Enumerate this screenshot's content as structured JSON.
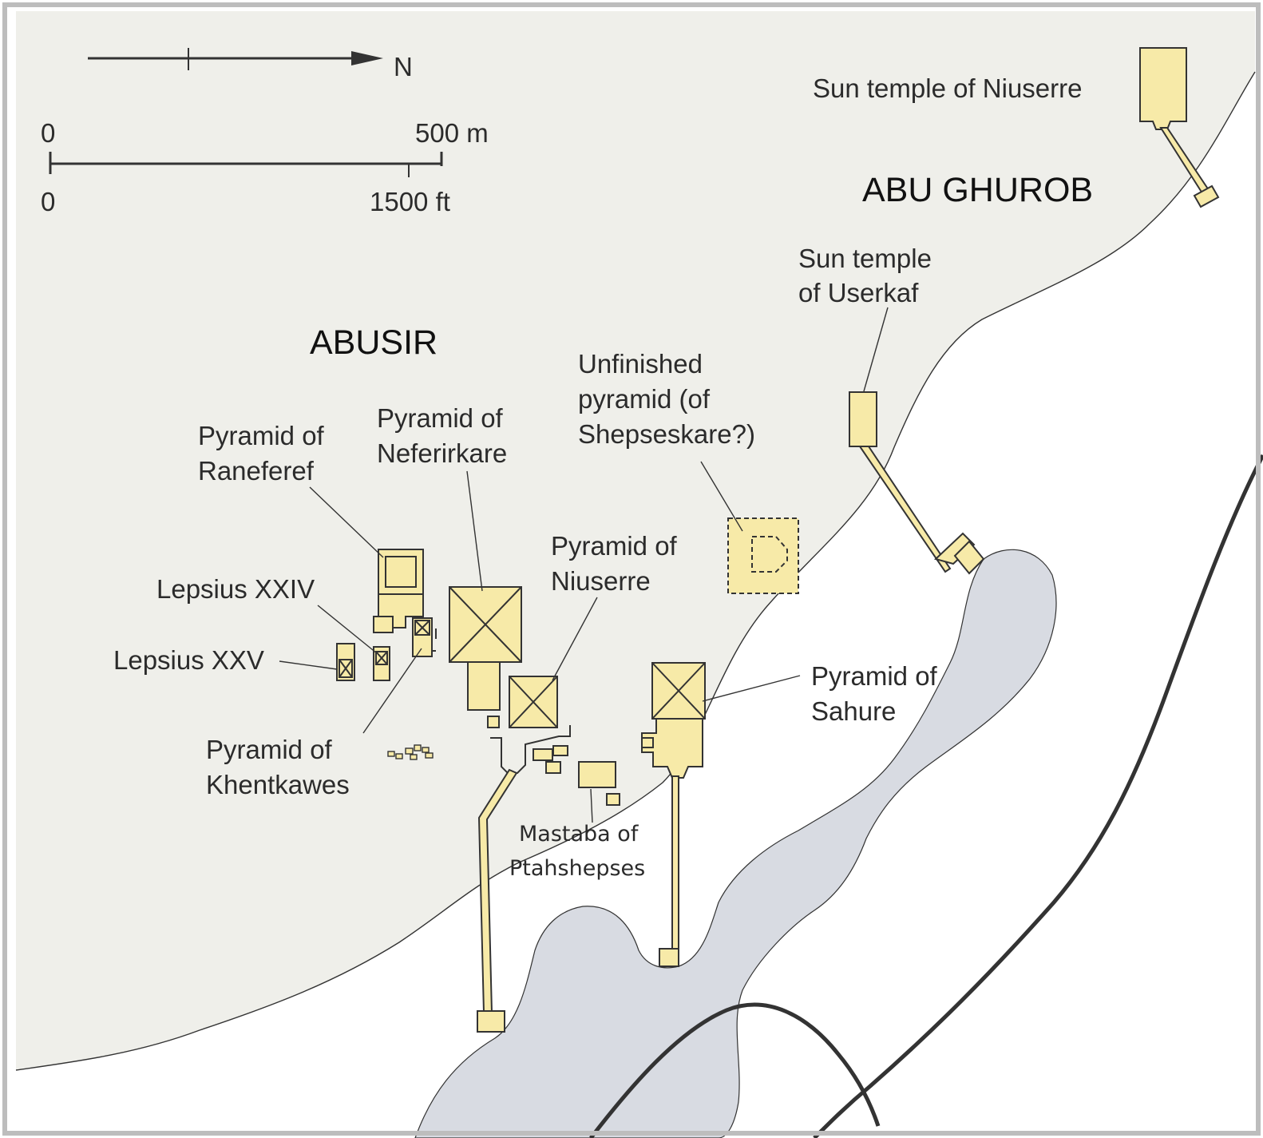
{
  "map": {
    "colors": {
      "desert": "#efefea",
      "cultivation": "#ffffff",
      "water": "#d8dbe2",
      "monument": "#f7eaa8",
      "outline": "#333333",
      "road": "#333333"
    },
    "north_label": "N",
    "scale": {
      "top_start": "0",
      "top_end": "500 m",
      "bottom_start": "0",
      "bottom_end": "1500 ft"
    },
    "regions": {
      "abusir": "ABUSIR",
      "abu_ghurob": "ABU GHUROB"
    },
    "labels": {
      "sun_temple_niuserre": "Sun temple of Niuserre",
      "sun_temple_userkaf": [
        "Sun temple",
        "of Userkaf"
      ],
      "unfinished_pyramid": [
        "Unfinished",
        "pyramid (of",
        "Shepseskare?)"
      ],
      "pyramid_raneferef": [
        "Pyramid of",
        "Raneferef"
      ],
      "pyramid_neferirkare": [
        "Pyramid of",
        "Neferirkare"
      ],
      "pyramid_niuserre": [
        "Pyramid of",
        "Niuserre"
      ],
      "lepsius_xxiv": "Lepsius XXIV",
      "lepsius_xxv": "Lepsius XXV",
      "pyramid_sahure": [
        "Pyramid of",
        "Sahure"
      ],
      "pyramid_khentkawes": [
        "Pyramid of",
        "Khentkawes"
      ],
      "mastaba_ptahshepses": [
        "Mastaba of",
        "Ptahshepses"
      ]
    }
  }
}
